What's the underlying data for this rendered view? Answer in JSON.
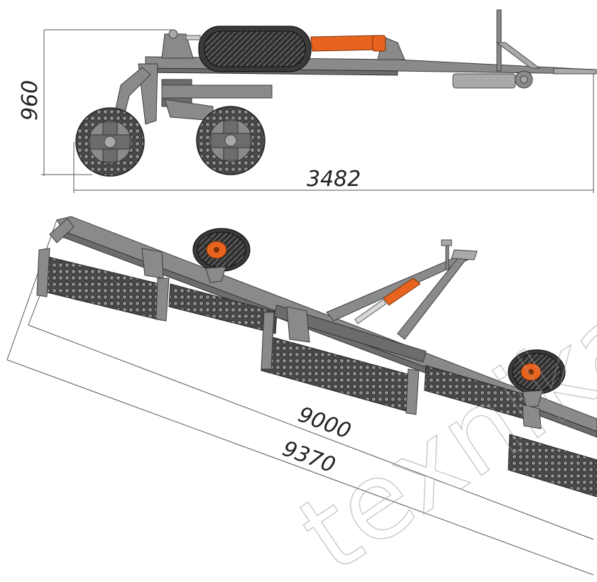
{
  "dimensions": {
    "side_height": "960",
    "side_length": "3482",
    "iso_inner": "9000",
    "iso_outer": "9370"
  },
  "watermark": {
    "text": "texnika"
  },
  "colors": {
    "steel": "#8a8a8a",
    "tire": "#3a3a3a",
    "cylinder": "#e8641e",
    "dimension_line": "#555555"
  }
}
